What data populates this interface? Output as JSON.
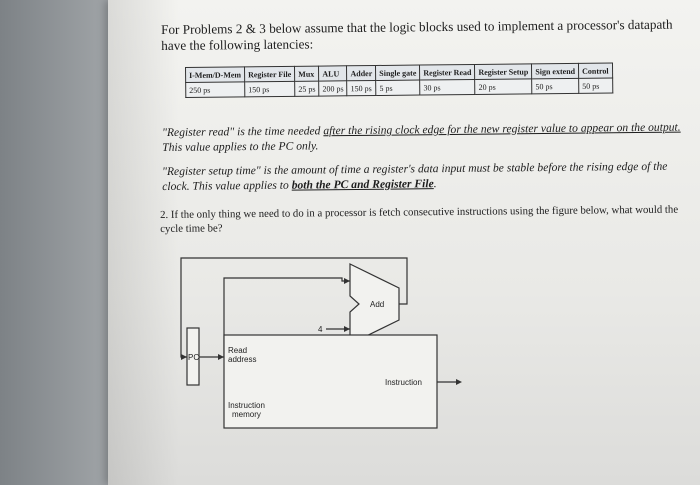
{
  "intro": "For Problems 2 & 3 below assume that the logic blocks used to implement a processor's datapath have the following latencies:",
  "latency_table": {
    "headers": [
      "I-Mem/D-Mem",
      "Register File",
      "Mux",
      "ALU",
      "Adder",
      "Single gate",
      "Register Read",
      "Register Setup",
      "Sign extend",
      "Control"
    ],
    "values": [
      "250 ps",
      "150 ps",
      "25 ps",
      "200 ps",
      "150 ps",
      "5 ps",
      "30 ps",
      "20 ps",
      "50 ps",
      "50 ps"
    ]
  },
  "note_register_read": {
    "label": "\"Register read\"",
    "text_before": " is the time needed ",
    "underlined": "after the rising clock edge for the new register value to appear on the output.",
    "text_after": " This value applies to the PC only."
  },
  "note_register_setup": {
    "label": "\"Register setup time\"",
    "text_before": " is the amount of time a register's data input must be stable before the rising edge of the clock. This value applies to ",
    "emph": "both the PC and Register File",
    "text_after": "."
  },
  "question_2": "2. If the only thing we need to do in a processor is fetch consecutive instructions using the figure below, what would the cycle time be?",
  "diagram": {
    "add_label": "Add",
    "four_label": "4",
    "pc_label": "PC",
    "read_address_line1": "Read",
    "read_address_line2": "address",
    "instruction_output": "Instruction",
    "memory_line1": "Instruction",
    "memory_line2": "memory"
  }
}
